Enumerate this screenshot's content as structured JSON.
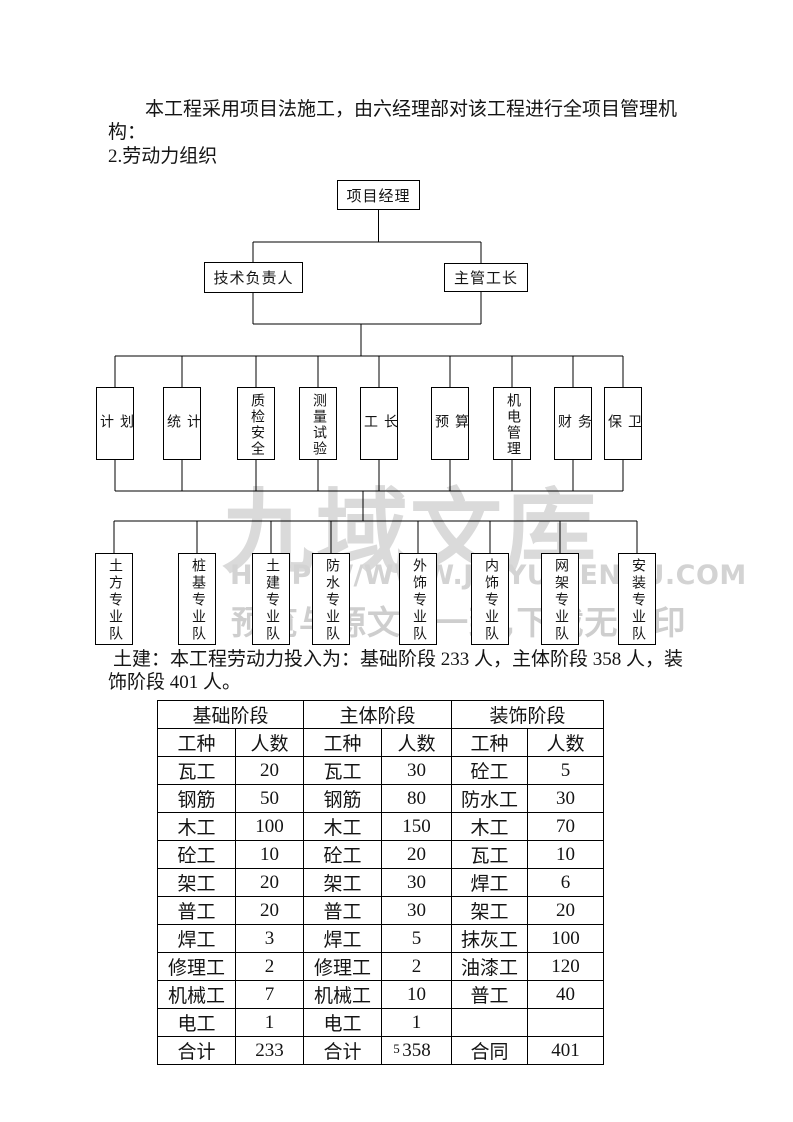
{
  "document": {
    "paragraph1_lines": [
      "本工程采用项目法施工，由六经理部对该工程进行全项目管理机",
      "构："
    ],
    "section_heading": "2.劳动力组织",
    "paragraph2_lines": [
      "土建：本工程劳动力投入为：基础阶段 233 人，主体阶段 358 人，装",
      "饰阶段 401 人。"
    ],
    "page_number": "5"
  },
  "org_chart": {
    "root": "项目经理",
    "level2": [
      "技术负责人",
      "主管工长"
    ],
    "level3": [
      "计划",
      "统计",
      "质检安全",
      "测量试验",
      "工长",
      "预算",
      "机电管理",
      "财务",
      "保卫"
    ],
    "level4": [
      "土方专业队",
      "桩基专业队",
      "土建专业队",
      "防水专业队",
      "外饰专业队",
      "内饰专业队",
      "网架专业队",
      "安装专业队"
    ]
  },
  "watermark": {
    "title": "九域文库",
    "url": "HTTPS://WWW.JIUYUWENKU.COM",
    "note": "预览与源文档一致,下载无水印",
    "title_color": "#dadada",
    "text_color": "#cecece"
  },
  "labor_table": {
    "stage_headers": [
      "基础阶段",
      "主体阶段",
      "装饰阶段"
    ],
    "col_headers": [
      "工种",
      "人数",
      "工种",
      "人数",
      "工种",
      "人数"
    ],
    "rows": [
      [
        "瓦工",
        "20",
        "瓦工",
        "30",
        "砼工",
        "5"
      ],
      [
        "钢筋",
        "50",
        "钢筋",
        "80",
        "防水工",
        "30"
      ],
      [
        "木工",
        "100",
        "木工",
        "150",
        "木工",
        "70"
      ],
      [
        "砼工",
        "10",
        "砼工",
        "20",
        "瓦工",
        "10"
      ],
      [
        "架工",
        "20",
        "架工",
        "30",
        "焊工",
        "6"
      ],
      [
        "普工",
        "20",
        "普工",
        "30",
        "架工",
        "20"
      ],
      [
        "焊工",
        "3",
        "焊工",
        "5",
        "抹灰工",
        "100"
      ],
      [
        "修理工",
        "2",
        "修理工",
        "2",
        "油漆工",
        "120"
      ],
      [
        "机械工",
        "7",
        "机械工",
        "10",
        "普工",
        "40"
      ],
      [
        "电工",
        "1",
        "电工",
        "1",
        "",
        ""
      ],
      [
        "合计",
        "233",
        "合计",
        "358",
        "合同",
        "401"
      ]
    ]
  }
}
